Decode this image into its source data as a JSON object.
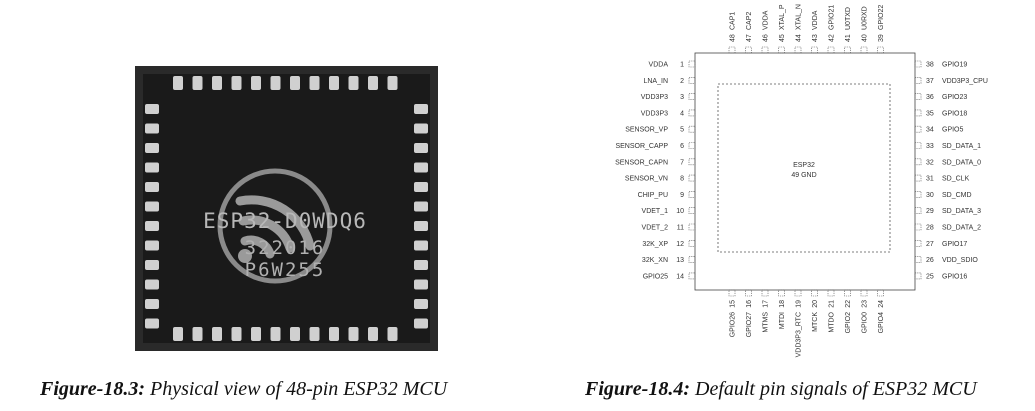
{
  "chip_photo": {
    "marking_lines": [
      "ESP32-D0WDQ6",
      "322016",
      "P6W255"
    ]
  },
  "pinout": {
    "center_lines": [
      "ESP32",
      "49 GND"
    ],
    "left_pins": [
      {
        "n": "1",
        "label": "VDDA"
      },
      {
        "n": "2",
        "label": "LNA_IN"
      },
      {
        "n": "3",
        "label": "VDD3P3"
      },
      {
        "n": "4",
        "label": "VDD3P3"
      },
      {
        "n": "5",
        "label": "SENSOR_VP"
      },
      {
        "n": "6",
        "label": "SENSOR_CAPP"
      },
      {
        "n": "7",
        "label": "SENSOR_CAPN"
      },
      {
        "n": "8",
        "label": "SENSOR_VN"
      },
      {
        "n": "9",
        "label": "CHIP_PU"
      },
      {
        "n": "10",
        "label": "VDET_1"
      },
      {
        "n": "11",
        "label": "VDET_2"
      },
      {
        "n": "12",
        "label": "32K_XP"
      },
      {
        "n": "13",
        "label": "32K_XN"
      },
      {
        "n": "14",
        "label": "GPIO25"
      }
    ],
    "right_pins": [
      {
        "n": "38",
        "label": "GPIO19"
      },
      {
        "n": "37",
        "label": "VDD3P3_CPU"
      },
      {
        "n": "36",
        "label": "GPIO23"
      },
      {
        "n": "35",
        "label": "GPIO18"
      },
      {
        "n": "34",
        "label": "GPIO5"
      },
      {
        "n": "33",
        "label": "SD_DATA_1"
      },
      {
        "n": "32",
        "label": "SD_DATA_0"
      },
      {
        "n": "31",
        "label": "SD_CLK"
      },
      {
        "n": "30",
        "label": "SD_CMD"
      },
      {
        "n": "29",
        "label": "SD_DATA_3"
      },
      {
        "n": "28",
        "label": "SD_DATA_2"
      },
      {
        "n": "27",
        "label": "GPIO17"
      },
      {
        "n": "26",
        "label": "VDD_SDIO"
      },
      {
        "n": "25",
        "label": "GPIO16"
      }
    ],
    "top_pins": [
      {
        "n": "48",
        "label": "CAP1"
      },
      {
        "n": "47",
        "label": "CAP2"
      },
      {
        "n": "46",
        "label": "VDDA"
      },
      {
        "n": "45",
        "label": "XTAL_P"
      },
      {
        "n": "44",
        "label": "XTAL_N"
      },
      {
        "n": "43",
        "label": "VDDA"
      },
      {
        "n": "42",
        "label": "GPIO21"
      },
      {
        "n": "41",
        "label": "U0TXD"
      },
      {
        "n": "40",
        "label": "U0RXD"
      },
      {
        "n": "39",
        "label": "GPIO22"
      }
    ],
    "bottom_pins": [
      {
        "n": "15",
        "label": "GPIO26"
      },
      {
        "n": "16",
        "label": "GPIO27"
      },
      {
        "n": "17",
        "label": "MTMS"
      },
      {
        "n": "18",
        "label": "MTDI"
      },
      {
        "n": "19",
        "label": "VDD3P3_RTC"
      },
      {
        "n": "20",
        "label": "MTCK"
      },
      {
        "n": "21",
        "label": "MTDO"
      },
      {
        "n": "22",
        "label": "GPIO2"
      },
      {
        "n": "23",
        "label": "GPIO0"
      },
      {
        "n": "24",
        "label": "GPIO4"
      }
    ]
  },
  "captions": {
    "left_bold": "Figure-18.3:",
    "left_text": " Physical view of 48-pin ESP32 MCU",
    "right_bold": "Figure-18.4:",
    "right_text": " Default pin signals of ESP32 MCU"
  }
}
